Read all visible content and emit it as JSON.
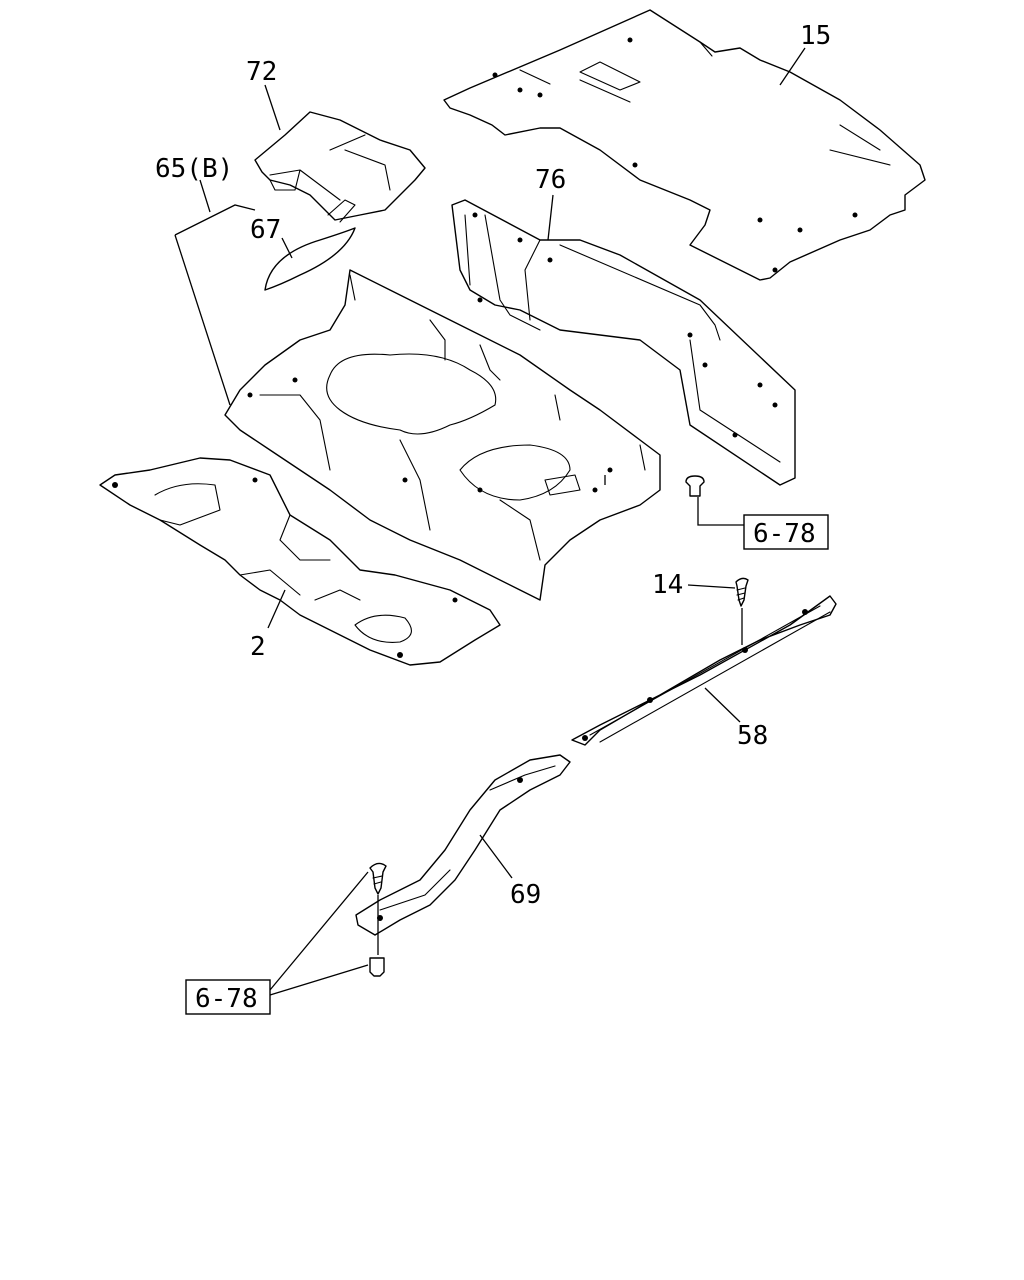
{
  "callouts": {
    "c15": "15",
    "c72": "72",
    "c65b": "65(B)",
    "c67": "67",
    "c76": "76",
    "c2": "2",
    "c14": "14",
    "c58": "58",
    "c69": "69"
  },
  "references": {
    "ref_upper": "6-78",
    "ref_lower": "6-78"
  },
  "colors": {
    "line": "#000000",
    "background": "#ffffff"
  }
}
